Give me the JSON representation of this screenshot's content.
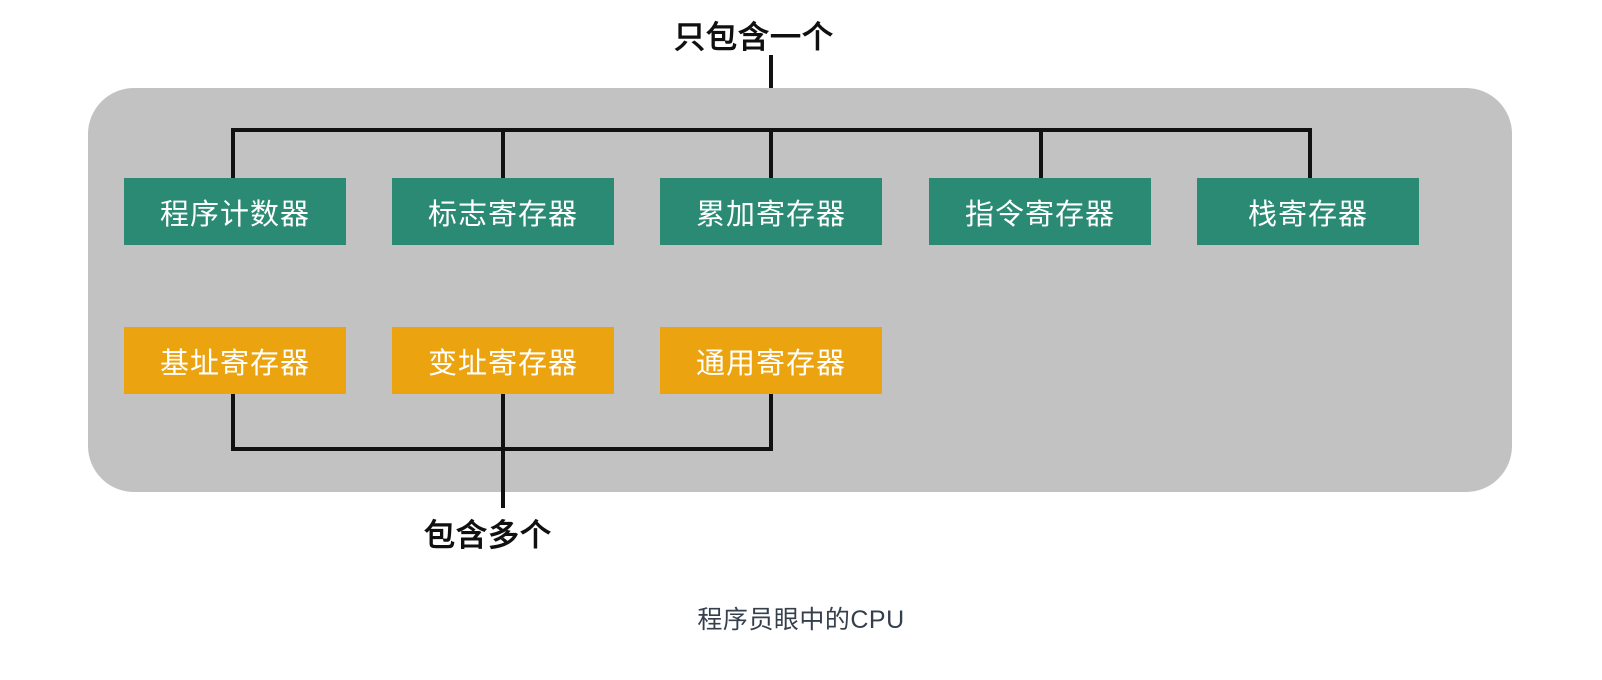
{
  "diagram": {
    "caption": "程序员眼中的CPU",
    "annotations": {
      "top": "只包含一个",
      "bottom": "包含多个"
    },
    "colors": {
      "panel": "#c2c2c2",
      "single_register": "#2b8a74",
      "multi_register": "#eba310",
      "line": "#111111",
      "caption_text": "#36404d",
      "annotation_text": "#101010",
      "box_text": "#ffffff",
      "background": "#ffffff"
    },
    "groups": [
      {
        "id": "single",
        "annotation": "只包含一个",
        "color": "#2b8a74",
        "registers": [
          {
            "label": "程序计数器"
          },
          {
            "label": "标志寄存器"
          },
          {
            "label": "累加寄存器"
          },
          {
            "label": "指令寄存器"
          },
          {
            "label": "栈寄存器"
          }
        ]
      },
      {
        "id": "multi",
        "annotation": "包含多个",
        "color": "#eba310",
        "registers": [
          {
            "label": "基址寄存器"
          },
          {
            "label": "变址寄存器"
          },
          {
            "label": "通用寄存器"
          }
        ]
      }
    ]
  }
}
